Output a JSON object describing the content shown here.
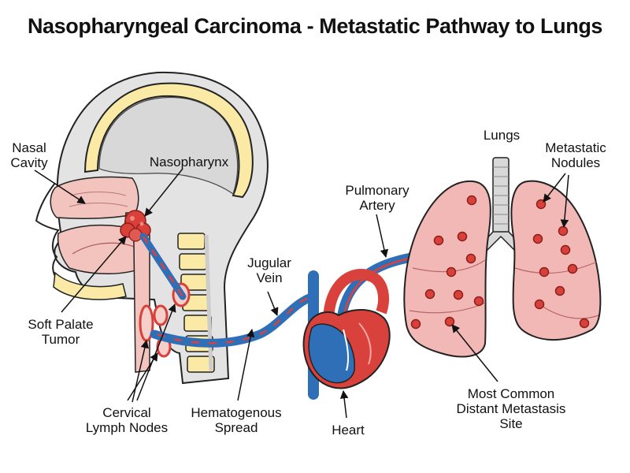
{
  "title": "Nasopharyngeal Carcinoma - Metastatic Pathway to Lungs",
  "labels": {
    "nasal_cavity": "Nasal\nCavity",
    "nasopharynx": "Nasopharynx",
    "soft_palate_tumor": "Soft Palate\nTumor",
    "cervical_lymph_nodes": "Cervical\nLymph Nodes",
    "hematogenous_spread": "Hematogenous\nSpread",
    "jugular_vein": "Jugular\nVein",
    "pulmonary_artery": "Pulmonary\nArtery",
    "heart": "Heart",
    "lungs": "Lungs",
    "metastatic_nodules": "Metastatic\nNodules",
    "most_common_site": "Most Common\nDistant Metastasis\nSite"
  },
  "colors": {
    "skin": "#e3e3e3",
    "bone": "#fbe9a6",
    "airway": "#f3c3bd",
    "tumor": "#d9403a",
    "vein": "#2f6fb8",
    "artery": "#d9423c",
    "lung": "#f2b8b5",
    "nodule": "#d9403a",
    "trachea": "#d8d8d8"
  }
}
